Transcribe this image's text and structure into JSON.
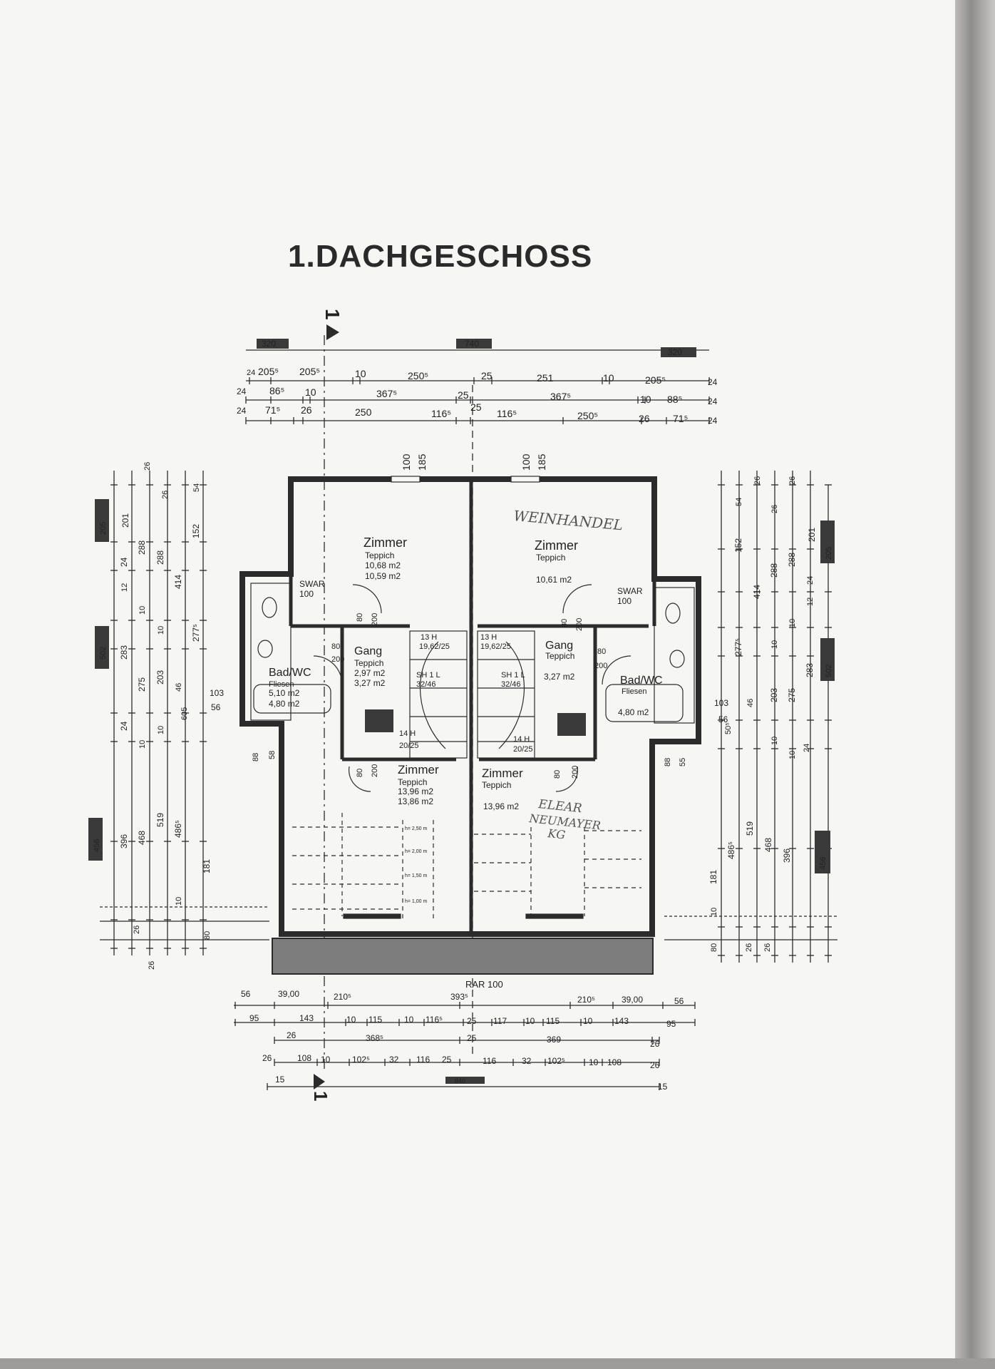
{
  "title": "1.DACHGESCHOSS",
  "section_marker": "1",
  "section_marker_bottom": "1",
  "handwritten": {
    "top": "WEINHANDEL",
    "bottom_line1": "ELEAR",
    "bottom_line2": "NEUMAYER",
    "bottom_line3": "KG"
  },
  "rooms": {
    "zimmer_tl": {
      "name": "Zimmer",
      "floor": "Teppich",
      "area1": "10,68 m2",
      "area2": "10,59 m2"
    },
    "zimmer_tr": {
      "name": "Zimmer",
      "floor": "Teppich",
      "area1": "10,61 m2"
    },
    "gang_l": {
      "name": "Gang",
      "floor": "Teppich",
      "area1": "2,97 m2",
      "area2": "3,27 m2"
    },
    "gang_r": {
      "name": "Gang",
      "floor": "Teppich",
      "area1": "3,27 m2"
    },
    "bad_l": {
      "name": "Bad/WC",
      "floor": "Fliesen",
      "area1": "5,10 m2",
      "area2": "4,80 m2"
    },
    "bad_r": {
      "name": "Bad/WC",
      "floor": "Fliesen",
      "area1": "4,80 m2"
    },
    "zimmer_bl": {
      "name": "Zimmer",
      "floor": "Teppich",
      "area1": "13,96 m2",
      "area2": "13,86 m2"
    },
    "zimmer_br": {
      "name": "Zimmer",
      "floor": "Teppich",
      "area1": "13,96 m2"
    }
  },
  "labels": {
    "swar_l": "SWAR",
    "swar_l_val": "100",
    "swar_r": "SWAR",
    "swar_r_val": "100",
    "rar": "RAR 100",
    "stair_tl1": "13 H",
    "stair_tl2": "19,62/25",
    "stair_tr1": "13 H",
    "stair_tr2": "19,62/25",
    "stair_ml1": "SH 1 L",
    "stair_ml2": "32/46",
    "stair_mr1": "SH 1 L",
    "stair_mr2": "32/46",
    "stair_bl1": "14 H",
    "stair_bl2": "20/25",
    "stair_br1": "14 H",
    "stair_br2": "20/25",
    "h1": "h= 2,50 m",
    "h2": "h= 2,00 m",
    "h3": "h= 1,50 m",
    "h4": "h= 1,00 m"
  },
  "dims_top": {
    "row0": [
      "320",
      "740",
      "320"
    ],
    "row1": [
      "24",
      "205⁵",
      "10",
      "250⁵",
      "25",
      "251",
      "10",
      "205⁵",
      "24"
    ],
    "row2": [
      "24",
      "86⁵",
      "10",
      "367⁵",
      "25",
      "367⁵",
      "10",
      "88⁵",
      "24"
    ],
    "row3": [
      "24",
      "71⁵",
      "26",
      "250",
      "116⁵",
      "25",
      "116⁵",
      "250⁵",
      "26",
      "71⁵",
      "24"
    ],
    "window": [
      "100",
      "185",
      "100",
      "185"
    ]
  },
  "dims_bottom": {
    "row1": [
      "56",
      "39,00",
      "210⁵",
      "393⁵",
      "210⁵",
      "39,00",
      "56"
    ],
    "row2": [
      "95",
      "143",
      "10",
      "115",
      "10",
      "116⁵",
      "25",
      "117",
      "10",
      "115",
      "10",
      "143",
      "95"
    ],
    "row3": [
      "26",
      "368⁵",
      "25",
      "369",
      "26"
    ],
    "row4": [
      "26",
      "108",
      "10",
      "102⁵",
      "32",
      "116",
      "25",
      "116",
      "32",
      "102⁵",
      "10",
      "108",
      "26"
    ],
    "row5": [
      "15",
      "840",
      "15"
    ]
  },
  "dims_left": {
    "boxes": [
      "205",
      "502",
      "456"
    ],
    "col_a": [
      "201",
      "24",
      "283",
      "24",
      "396"
    ],
    "col_b": [
      "12",
      "288",
      "10",
      "275",
      "10",
      "468",
      "26"
    ],
    "col_c": [
      "26",
      "288",
      "10",
      "203",
      "10",
      "519",
      "26"
    ],
    "col_d": [
      "26",
      "414",
      "46",
      "486⁵",
      "10",
      "80"
    ],
    "col_e": [
      "54",
      "152",
      "277⁵",
      "605",
      "181"
    ],
    "misc": [
      "103",
      "56",
      "88",
      "58",
      "80",
      "200",
      "80",
      "200",
      "80",
      "200"
    ]
  },
  "dims_right": {
    "boxes": [
      "205",
      "502",
      "456"
    ],
    "col_a": [
      "54",
      "152",
      "277⁵",
      "50⁵",
      "181",
      "486⁵"
    ],
    "col_b": [
      "26",
      "414",
      "46",
      "519",
      "10",
      "80"
    ],
    "col_c": [
      "26",
      "288",
      "10",
      "203",
      "10",
      "468",
      "26"
    ],
    "col_d": [
      "26",
      "288",
      "10",
      "275",
      "10",
      "396",
      "26"
    ],
    "col_e": [
      "201",
      "24",
      "12",
      "283",
      "24"
    ],
    "misc": [
      "103",
      "56",
      "88",
      "55",
      "80",
      "200",
      "80",
      "200",
      "80",
      "200"
    ]
  },
  "colors": {
    "ink": "#2b2b2b",
    "paper": "#f6f6f5",
    "wall": "#333333"
  }
}
